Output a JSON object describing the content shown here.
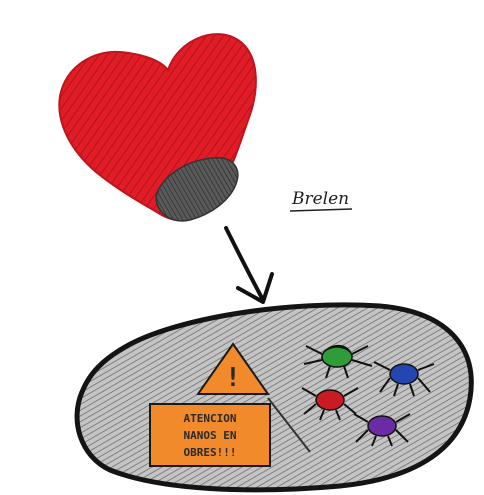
{
  "author_label": "Brelen",
  "sign": {
    "line1": "ATENCION",
    "line2": "NANOS EN",
    "line3": "OBRES!!!",
    "warning_mark": "!"
  },
  "colors": {
    "heart": "#e01d26",
    "heart_shadow": "#b5121b",
    "heart_patch": "#4a4a4a",
    "pill_fill": "#b9b9b9",
    "pill_outline": "#141414",
    "sign_orange": "#f08a2a",
    "robot_green": "#2f9c3a",
    "robot_blue": "#2446b0",
    "robot_red": "#c81b23",
    "robot_purple": "#6b2aa6"
  },
  "icons": [
    "heart-icon",
    "arrow-icon",
    "warning-triangle-icon",
    "nanobot-icon"
  ]
}
